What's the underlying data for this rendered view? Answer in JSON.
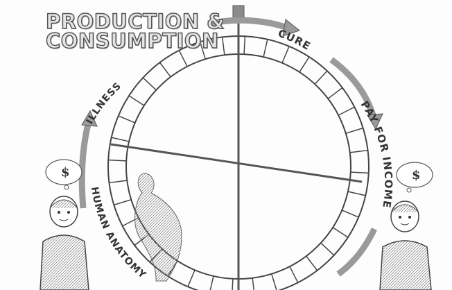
{
  "title": {
    "line1": "PRODUCTION &",
    "line2": "CONSUMPTION"
  },
  "cycle_labels": [
    {
      "id": "cure",
      "text": "CURE"
    },
    {
      "id": "pay-for-income",
      "text": "PAY FOR INCOME"
    },
    {
      "id": "human-anatomy",
      "text": "HUMAN ANATOMY"
    },
    {
      "id": "illness",
      "text": "ILLNESS"
    }
  ],
  "figures": {
    "left_bubble": "$",
    "right_bubble": "$"
  },
  "colors": {
    "ink": "#3a3a3a",
    "arrow_gray": "#8a8a8a",
    "title_fill": "#e4e4e4"
  }
}
